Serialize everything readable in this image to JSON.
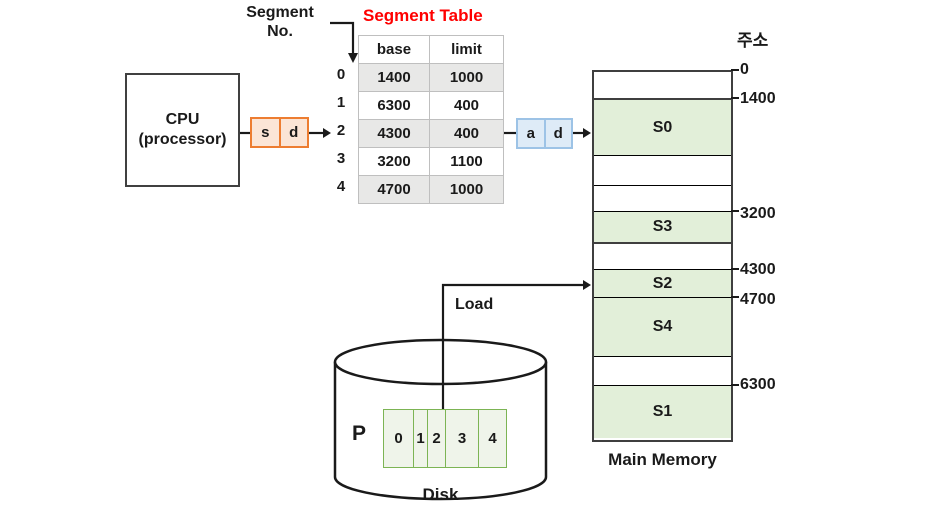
{
  "labels": {
    "segment_no_line1": "Segment",
    "segment_no_line2": "No.",
    "segment_table_title": "Segment Table",
    "cpu_line1": "CPU",
    "cpu_line2": "(processor)",
    "load": "Load",
    "disk": "Disk",
    "main_memory": "Main Memory",
    "address_header": "주소"
  },
  "cpu_register": {
    "s": "s",
    "d": "d"
  },
  "memory_register": {
    "a": "a",
    "d": "d"
  },
  "segment_table": {
    "headers": [
      "base",
      "limit"
    ],
    "rows": [
      {
        "no": "0",
        "base": "1400",
        "limit": "1000"
      },
      {
        "no": "1",
        "base": "6300",
        "limit": "400"
      },
      {
        "no": "2",
        "base": "4300",
        "limit": "400"
      },
      {
        "no": "3",
        "base": "3200",
        "limit": "1100"
      },
      {
        "no": "4",
        "base": "4700",
        "limit": "1000"
      }
    ]
  },
  "memory": {
    "segment_labels": [
      "S0",
      "S3",
      "S2",
      "S4",
      "S1"
    ],
    "addresses": [
      "0",
      "1400",
      "3200",
      "4300",
      "4700",
      "6300"
    ]
  },
  "disk": {
    "process_label": "P",
    "segments": [
      "0",
      "1",
      "2",
      "3",
      "4"
    ]
  },
  "colors": {
    "segment_table_title": "#FF0000",
    "sd_border": "#ED7D31",
    "sd_fill": "#FBE5D6",
    "ad_border": "#9DC3E6",
    "ad_fill": "#DEEBF7",
    "memory_segment_fill": "#E2EFD9",
    "table_row_fill": "#E8E8E7",
    "disk_cell_border": "#7CB454",
    "disk_cell_fill": "#EFF4EA"
  }
}
